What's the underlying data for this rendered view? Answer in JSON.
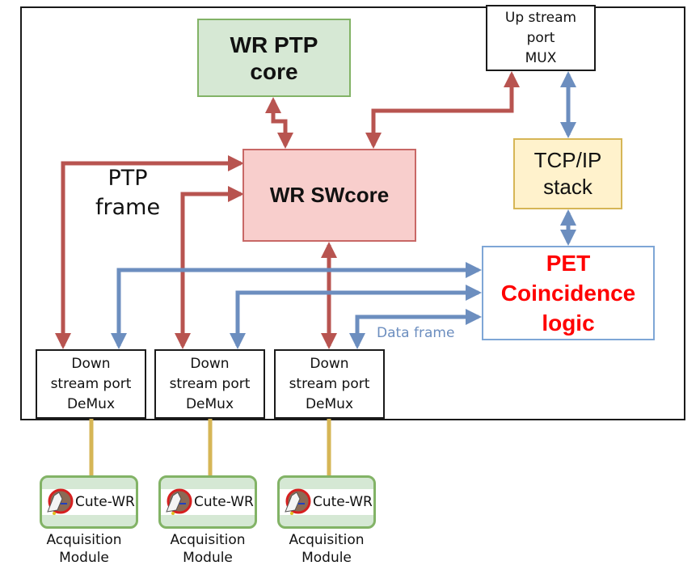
{
  "blocks": {
    "wr_ptp_core": "WR PTP\ncore",
    "upstream_mux": "Up stream\nport\nMUX",
    "wr_swcore": "WR SWcore",
    "tcpip_stack": "TCP/IP\nstack",
    "pet_coincidence": "PET\nCoincidence\nlogic",
    "downstream_demux": [
      "Down\nstream port\nDeMux",
      "Down\nstream port\nDeMux",
      "Down\nstream port\nDeMux"
    ]
  },
  "labels": {
    "ptp_frame": "PTP\nframe",
    "data_frame": "Data frame"
  },
  "acquisition_modules": [
    {
      "logo_name": "Cute-WR",
      "caption": "Acquisition\nModule"
    },
    {
      "logo_name": "Cute-WR",
      "caption": "Acquisition\nModule"
    },
    {
      "logo_name": "Cute-WR",
      "caption": "Acquisition\nModule"
    }
  ],
  "colors": {
    "ptp_path": "#b85450",
    "data_path": "#6c8ebf",
    "fiber_link": "#d6b656",
    "pet_text": "#ff0000"
  }
}
